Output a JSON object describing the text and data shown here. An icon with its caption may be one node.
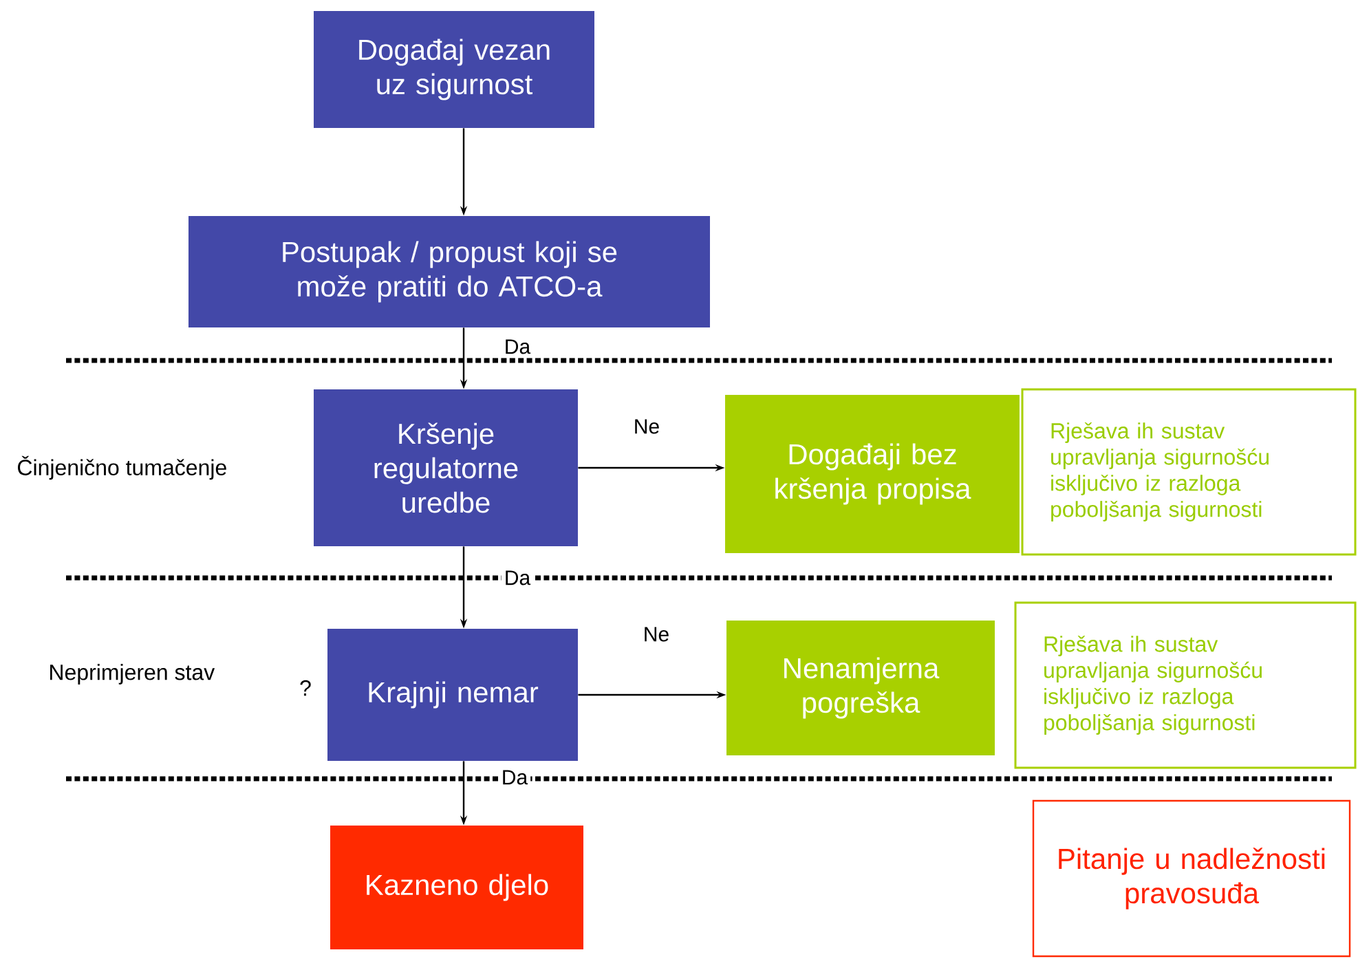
{
  "diagram": {
    "nodes": [
      {
        "text": [
          "Događaj vezan uz sigurnost"
        ]
      },
      {
        "text": [
          "Postupak / propust koji se može pratiti do ATCO-a"
        ]
      },
      {
        "text": [
          "Kršenje regulatorne uredbe"
        ]
      },
      {
        "text": [
          "Događaji bez kršenja propisa"
        ]
      },
      {
        "text": [
          "Rješava ih sustav upravljanja sigurnošću isključivo iz razloga poboljšanja sigurnosti"
        ]
      },
      {
        "text": [
          "Krajnji nemar"
        ]
      },
      {
        "text": [
          "Nenamjerna pogreška"
        ]
      },
      {
        "text": [
          "Rješava ih sustav upravljanja sigurnošću isključivo iz razloga poboljšanja sigurnosti"
        ]
      },
      {
        "text": [
          "Kazneno djelo"
        ]
      },
      {
        "text": [
          "Pitanje u nadležnosti pravosuđa"
        ]
      }
    ],
    "edges": [
      {
        "from": 0,
        "to": 1,
        "arrow": "to"
      },
      {
        "from": 1,
        "to": 2,
        "arrow": "to",
        "label": "Da"
      },
      {
        "from": 2,
        "to": 3,
        "arrow": "to",
        "label": "Ne"
      },
      {
        "from": 2,
        "to": 5,
        "arrow": "to",
        "label": "Da"
      },
      {
        "from": 5,
        "to": 6,
        "arrow": "to",
        "label": "Ne"
      },
      {
        "from": 5,
        "to": 8,
        "arrow": "to",
        "label": "Da"
      }
    ],
    "labels": [
      "Činjenično tumačenje",
      "Neprimjeren stav",
      "?"
    ]
  }
}
